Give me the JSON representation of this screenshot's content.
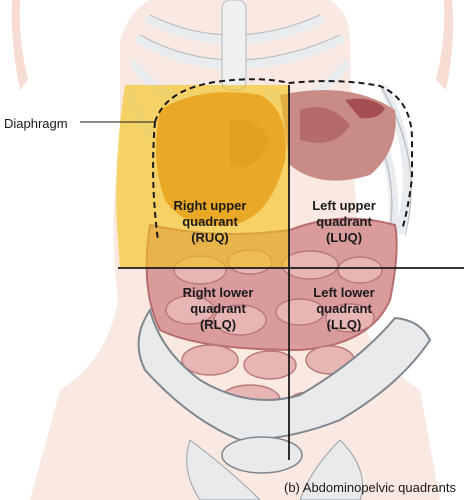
{
  "diagram": {
    "structure_label": "Diaphragm",
    "quadrants": [
      {
        "id": "ruq",
        "lines": [
          "Right upper",
          "quadrant",
          "(RUQ)"
        ],
        "highlight": "#f2c21a"
      },
      {
        "id": "luq",
        "lines": [
          "Left upper",
          "quadrant",
          "(LUQ)"
        ]
      },
      {
        "id": "rlq",
        "lines": [
          "Right lower",
          "quadrant",
          "(RLQ)"
        ]
      },
      {
        "id": "llq",
        "lines": [
          "Left lower",
          "quadrant",
          "(LLQ)"
        ]
      }
    ],
    "caption": "(b) Abdominopelvic quadrants"
  }
}
